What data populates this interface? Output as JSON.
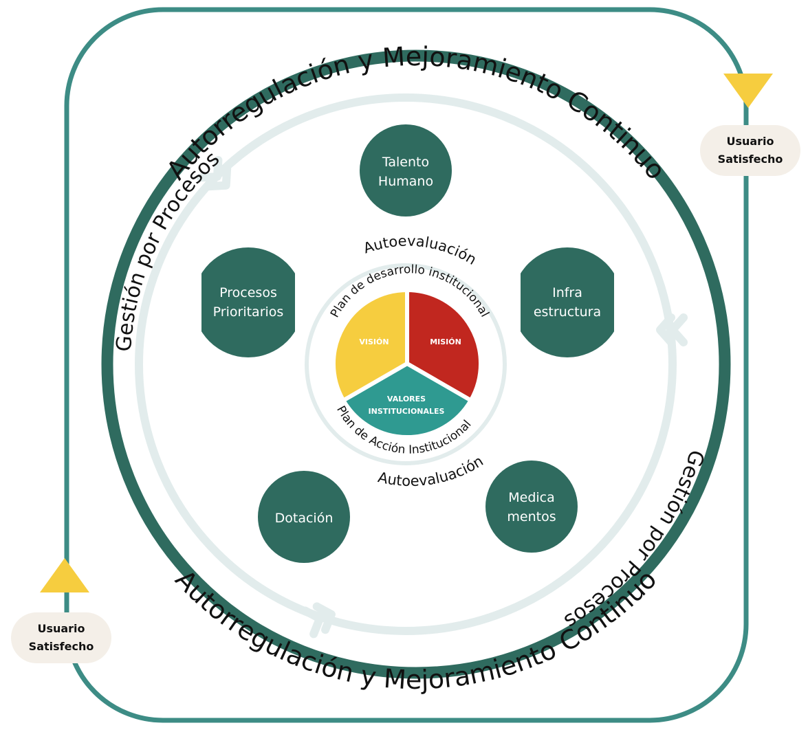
{
  "outer_ring_label": "Autorregulación y Mejoramiento Continuo",
  "process_ring_label": "Gestión por Procesos",
  "inner_ring_label": "Autoevaluación",
  "center": {
    "top_arc_label": "Plan de desarrollo institucional",
    "bottom_arc_label": "Plan de Acción Institucional",
    "segments": {
      "vision": "VISIÓN",
      "mision": "MISIÓN",
      "valores_line1": "VALORES",
      "valores_line2": "INSTITUCIONALES"
    }
  },
  "nodes": {
    "talento": [
      "Talento",
      "Humano"
    ],
    "procesos": [
      "Procesos",
      "Prioritarios"
    ],
    "infra": [
      "Infra",
      "estructura"
    ],
    "dotacion": [
      "Dotación"
    ],
    "medicamentos": [
      "Medica",
      "mentos"
    ]
  },
  "badges": {
    "top_right": [
      "Usuario",
      "Satisfecho"
    ],
    "bottom_left": [
      "Usuario",
      "Satisfecho"
    ]
  },
  "colors": {
    "frame_teal": "#3d8c85",
    "dark_green": "#2f6b5f",
    "light_ring": "#e2ecec",
    "vision_yellow": "#f6cd3f",
    "mision_red": "#c1271f",
    "valores_teal": "#2f9a91",
    "triangle_yellow": "#f6cd3f",
    "pill_bg": "#f4efe8"
  }
}
